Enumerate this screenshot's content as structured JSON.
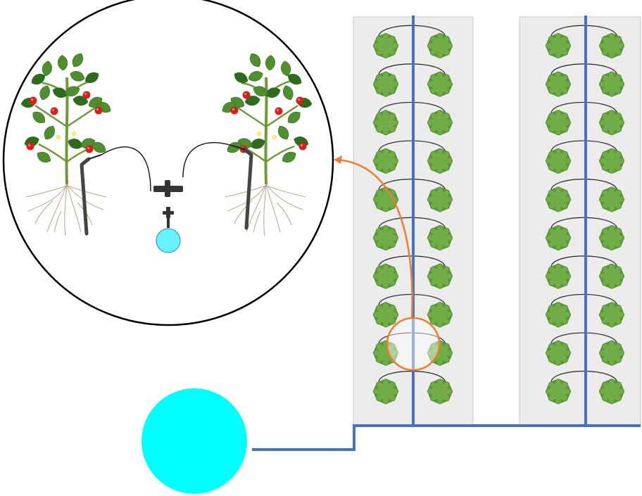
{
  "colors": {
    "background": "#ffffff",
    "bed_fill": "#ececec",
    "bed_stroke": "#c8c8c8",
    "pipe": "#4472c4",
    "plant_fill": "#70ad47",
    "plant_stroke": "#4e8a2e",
    "tank": "#00ffff",
    "tank_small": "#66f2ff",
    "callout": "#ed7d31",
    "dripper": "#333333",
    "leaf": "#4f8f2f",
    "leaf_dark": "#2f6b1f",
    "tomato": "#d62020",
    "stem": "#6f9a3a",
    "root": "#b7a58c"
  },
  "layout": {
    "beds": 2,
    "rows_per_bed": 10,
    "plants_per_row": 2
  },
  "icons": {
    "tank": "water-tank-icon",
    "plant": "plant-icon",
    "dripper": "drip-stake-icon",
    "tee": "tee-connector-icon"
  }
}
